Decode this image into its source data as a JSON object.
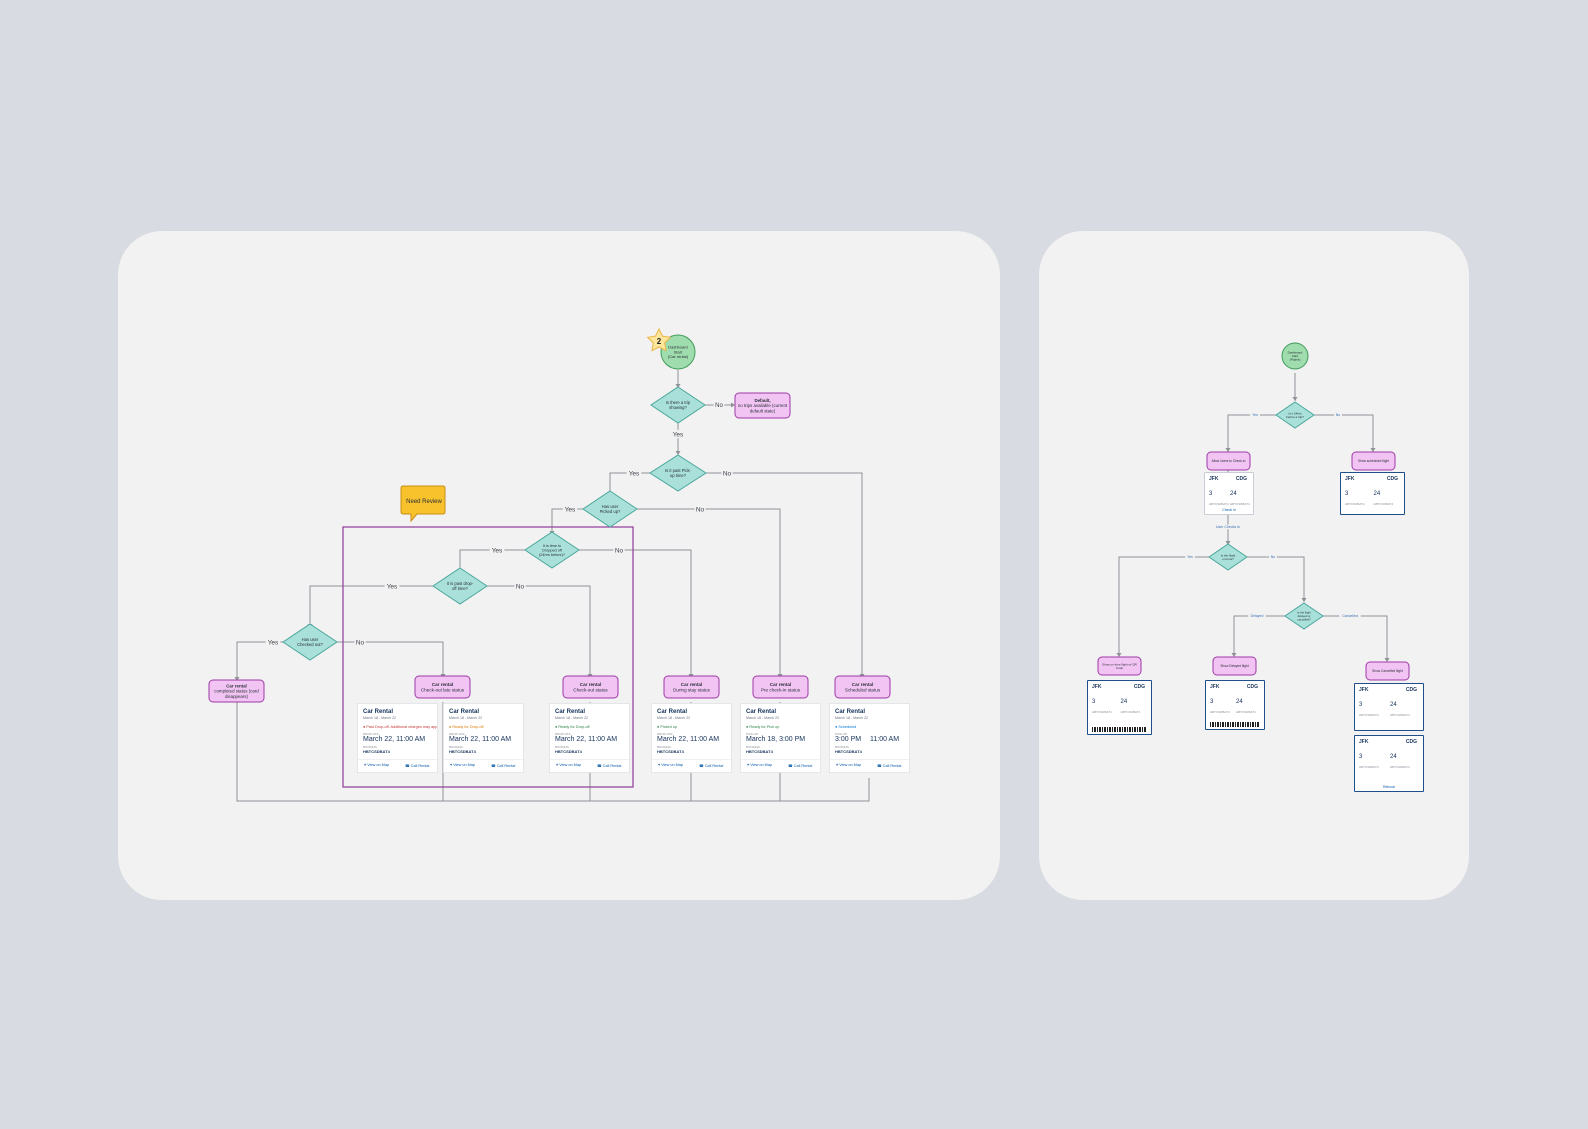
{
  "badge_number": "2",
  "review_note": "Need Review",
  "left": {
    "start": [
      "Dashboard",
      "Start",
      "(Car rental)"
    ],
    "q_trip": [
      "Is there a trip",
      "showing?"
    ],
    "default_box": [
      "Default,",
      "no trips available (current",
      "default state)"
    ],
    "q_pickup_time": [
      "Is it past Pick-",
      "up time?"
    ],
    "q_picked_up": [
      "Has user",
      "Picked up?"
    ],
    "q_dropoff_12h": [
      "It is time to",
      "Dropped off",
      "(24hrs before)?"
    ],
    "q_past_dropoff": [
      "It is past drop-",
      "off time?"
    ],
    "q_checked_out": [
      "Has user",
      "Checked out?"
    ],
    "yes": "Yes",
    "no": "No",
    "boxes": {
      "completed": [
        "Car rental",
        "completed status (card",
        "disappears)"
      ],
      "late": [
        "Car rental",
        "Check-out late status"
      ],
      "checkout": [
        "Car rental",
        "Check-out status"
      ],
      "during": [
        "Car rental",
        "During stay status"
      ],
      "precheck": [
        "Car rental",
        "Pre check-in status"
      ],
      "scheduled": [
        "Car rental",
        "Scheduled status"
      ]
    },
    "cards": [
      {
        "title": "Car Rental",
        "dates": "March 18 - March 22",
        "status": "Past Drop-off. Additional charges may apply",
        "status_color": "#c23934",
        "label": "DROP-OFF",
        "big": "March 22, 11:00 AM",
        "big2": "",
        "code_label": "BOOKING",
        "code": "HBTCSDBAT4",
        "map": "View on Map",
        "call": "Call Rental"
      },
      {
        "title": "Car Rental",
        "dates": "March 18 - March 22",
        "status": "Ready for Drop-off",
        "status_color": "#dd7a01",
        "label": "DROP-OFF",
        "big": "March 22, 11:00 AM",
        "big2": "",
        "code_label": "BOOKING",
        "code": "HBTCSDBAT4",
        "map": "View on Map",
        "call": "Call Rental"
      },
      {
        "title": "Car Rental",
        "dates": "March 18 - March 22",
        "status": "Ready for Drop-off",
        "status_color": "#2e844a",
        "label": "DROP-OFF",
        "big": "March 22, 11:00 AM",
        "big2": "",
        "code_label": "BOOKING",
        "code": "HBTCSDBAT4",
        "map": "View on Map",
        "call": "Call Rental"
      },
      {
        "title": "Car Rental",
        "dates": "March 18 - March 22",
        "status": "Picked up",
        "status_color": "#2e844a",
        "label": "DROP-OFF",
        "big": "March 22, 11:00 AM",
        "big2": "",
        "code_label": "BOOKING",
        "code": "HBTCSDBAT4",
        "map": "View on Map",
        "call": "Call Rental"
      },
      {
        "title": "Car Rental",
        "dates": "March 18 - March 22",
        "status": "Ready for Pick up",
        "status_color": "#2e844a",
        "label": "PICK-UP",
        "big": "March 18, 3:00 PM",
        "big2": "",
        "code_label": "BOOKING",
        "code": "HBTCSDBAT4",
        "map": "View on Map",
        "call": "Call Rental"
      },
      {
        "title": "Car Rental",
        "dates": "March 18 - March 22",
        "status": "Scheduled",
        "status_color": "#0176d3",
        "label": "PICK-UP",
        "big": "3:00 PM",
        "big2": "11:00 AM",
        "code_label": "BOOKING",
        "code": "HBTCSDBAT4",
        "map": "View on Map",
        "call": "Call Rental"
      }
    ]
  },
  "right": {
    "start": [
      "Dashboard",
      "Start",
      "(Flights)"
    ],
    "q_24h": [
      "Is it 24hrs",
      "before a trip?"
    ],
    "yes": "Yes",
    "no": "No",
    "allow_checkin": "Allow Users to Check-in",
    "show_scheduled": "Show scheduled flight",
    "user_checks_in": "User Checks In",
    "q_ontime": [
      "Is the flight",
      "on-time?"
    ],
    "q_delayed": [
      "Is the flight",
      "delayed or",
      "cancelled?"
    ],
    "delayed": "Delayed",
    "cancelled": "Cancelled",
    "show_ontime": [
      "Show on-time flight w/ QR",
      "Code"
    ],
    "show_delayed": "Show Delayed flight",
    "show_cancelled": "Show Cancelled flight",
    "flight": {
      "from": "JFK",
      "to": "CDG",
      "gate": "3",
      "seat": "24",
      "code": "HBTCSDBAT4",
      "rebook": "Rebook",
      "checkin": "Check in"
    }
  }
}
